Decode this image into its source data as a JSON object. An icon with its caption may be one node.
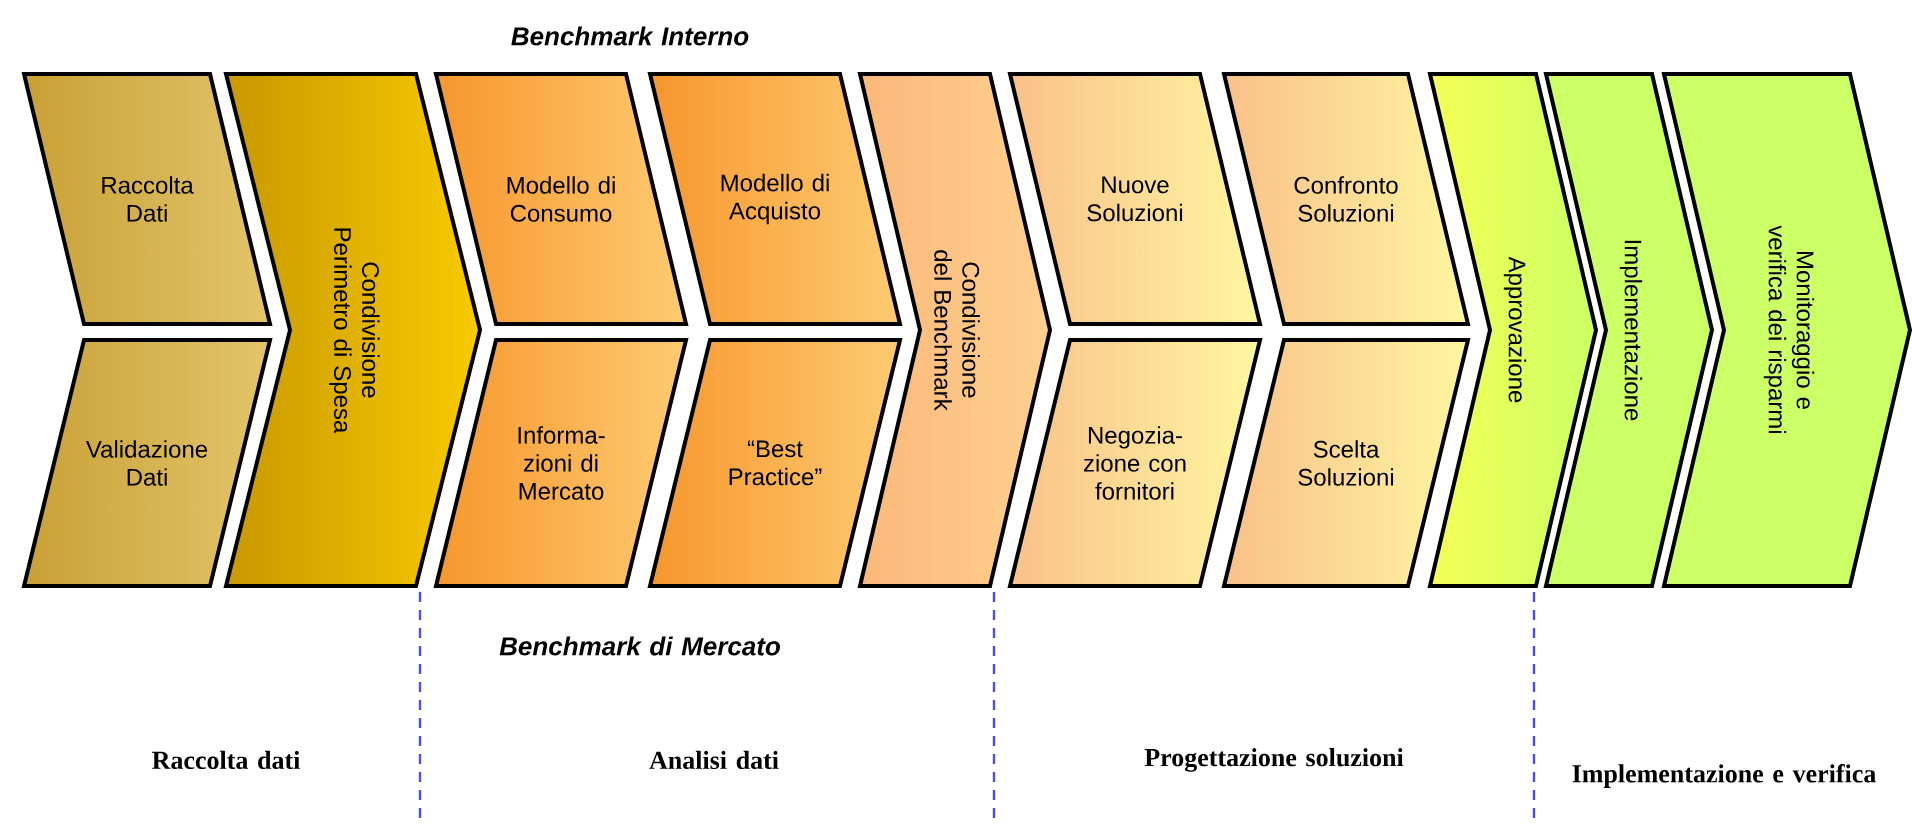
{
  "diagram": {
    "nodes": [
      {
        "text": [
          "Raccolta Dati"
        ]
      },
      {
        "text": [
          "Validazione Dati"
        ]
      },
      {
        "text": [
          "Condivisione Perimetro di Spesa"
        ]
      },
      {
        "text": [
          "Modello di Consumo"
        ]
      },
      {
        "text": [
          "Informa- zioni di Mercato"
        ]
      },
      {
        "text": [
          "Modello di Acquisto"
        ]
      },
      {
        "text": [
          "“Best Practice”"
        ]
      },
      {
        "text": [
          "Condivisione del Benchmark"
        ]
      },
      {
        "text": [
          "Nuove Soluzioni"
        ]
      },
      {
        "text": [
          "Negozia- zione con fornitori"
        ]
      },
      {
        "text": [
          "Confronto Soluzioni"
        ]
      },
      {
        "text": [
          "Scelta Soluzioni"
        ]
      },
      {
        "text": [
          "Approvazione"
        ]
      },
      {
        "text": [
          "Implementazione"
        ]
      },
      {
        "text": [
          "Monitoraggio e verifica dei risparmi"
        ]
      }
    ],
    "labels": [
      "Benchmark Interno",
      "Benchmark di Mercato",
      "Raccolta dati",
      "Analisi dati",
      "Progettazione soluzioni",
      "Implementazione e verifica"
    ]
  }
}
